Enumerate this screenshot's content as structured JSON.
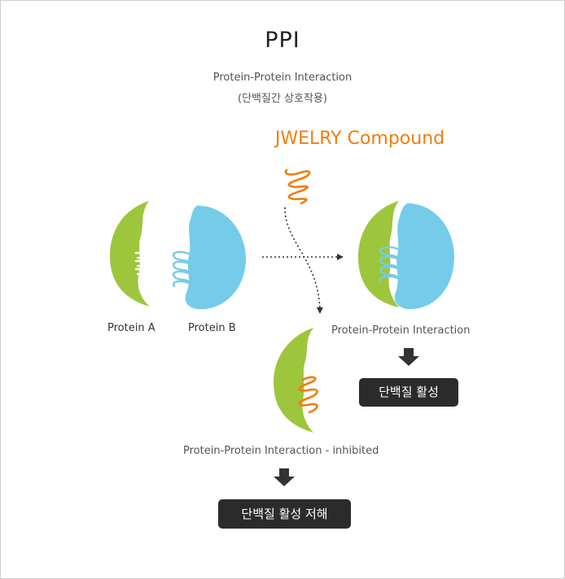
{
  "title": "PPI",
  "subtitle": "Protein-Protein Interaction",
  "subtitle_korean": "(단백질간 상호작용)",
  "compound": "JWELRY Compound",
  "labels": {
    "protein_a": "Protein A",
    "protein_b": "Protein B",
    "interaction": "Protein-Protein Interaction",
    "interaction_inhibited": "Protein-Protein Interaction - inhibited"
  },
  "results": {
    "activation": "단백질 활성",
    "activation_inhibited": "단백질 활성 저해"
  },
  "colors": {
    "protein_a": "#9dc63c",
    "protein_b": "#74cce9",
    "compound": "#f07d0e",
    "badge": "#2b2b2b"
  }
}
